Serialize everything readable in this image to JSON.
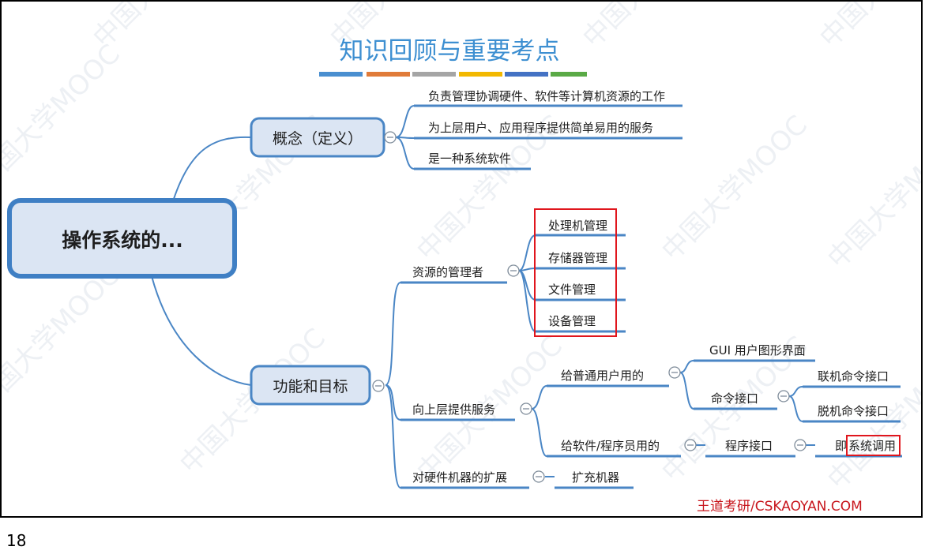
{
  "slide": {
    "title": "知识回顾与重要考点",
    "title_color": "#3d8fd1",
    "title_bar_colors": [
      "#4a8fd0",
      "#e07b39",
      "#a5a5a5",
      "#f2b800",
      "#4472c4",
      "#5aaa46"
    ],
    "watermark": "中国大学MOOC",
    "footer": "王道考研/CSKAOYAN.COM",
    "footer_color": "#c8161d",
    "page_number": "18"
  },
  "mindmap": {
    "root": "操作系统的...",
    "concept": {
      "label": "概念（定义）",
      "children": [
        "负责管理协调硬件、软件等计算机资源的工作",
        "为上层用户、应用程序提供简单易用的服务",
        "是一种系统软件"
      ]
    },
    "function": {
      "label": "功能和目标",
      "resource_manager": {
        "label": "资源的管理者",
        "children": [
          "处理机管理",
          "存储器管理",
          "文件管理",
          "设备管理"
        ]
      },
      "upper_services": {
        "label": "向上层提供服务",
        "for_users": {
          "label": "给普通用户用的",
          "gui": "GUI 用户图形界面",
          "command": {
            "label": "命令接口",
            "children": [
              "联机命令接口",
              "脱机命令接口"
            ]
          }
        },
        "for_programmers": {
          "label": "给软件/程序员用的",
          "program_interface": "程序接口",
          "syscall_prefix": "即",
          "syscall_boxed": "系统调用"
        }
      },
      "hardware_extension": {
        "label": "对硬件机器的扩展",
        "child": "扩充机器"
      }
    },
    "colors": {
      "line": "#4a86c5",
      "node_fill": "#dbe5f3",
      "root_border": "#3f7fc4",
      "highlight": "#e0161d"
    }
  }
}
